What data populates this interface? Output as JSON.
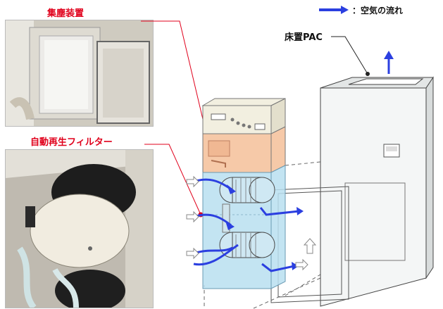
{
  "labels": {
    "dust_collector": "集塵装置",
    "auto_regen_filter": "自動再生フィルター",
    "floor_pac": "床置PAC",
    "legend_text": "：空気の流れ"
  },
  "colors": {
    "red_label": "#e0001b",
    "air_flow": "#2b3fe0",
    "filter_box": "#b9dff0",
    "dust_box": "#f6c9a8",
    "pac_body": "#f4f6f6"
  },
  "icons": {
    "legend_arrow": "blue-arrow-icon"
  }
}
